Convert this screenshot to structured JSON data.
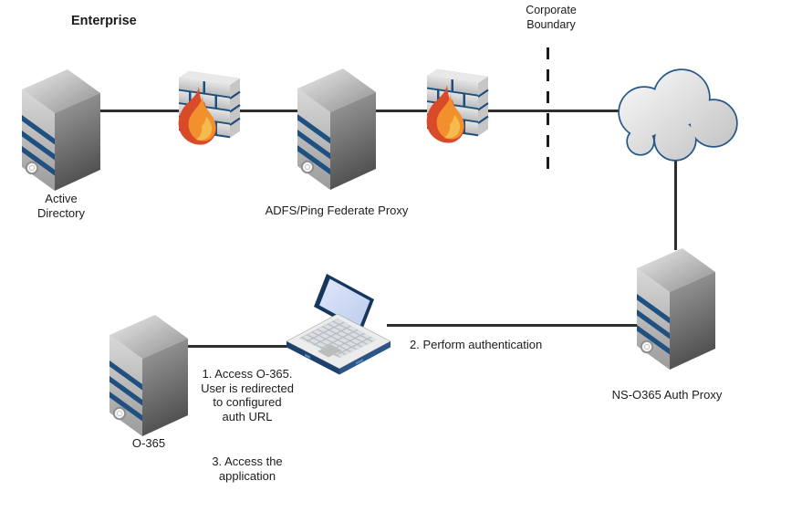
{
  "diagram": {
    "title": "Enterprise",
    "boundary": {
      "label": "Corporate\nBoundary"
    },
    "nodes": {
      "active_directory": {
        "label": "Active\nDirectory",
        "icon": "server-icon"
      },
      "adfs_proxy": {
        "label": "ADFS/Ping Federate Proxy",
        "icon": "server-icon"
      },
      "inner_firewall": {
        "icon": "firewall-icon"
      },
      "outer_firewall": {
        "icon": "firewall-icon"
      },
      "internet_cloud": {
        "icon": "cloud-icon"
      },
      "ns_o365_proxy": {
        "label": "NS-O365 Auth Proxy",
        "icon": "server-icon"
      },
      "client_laptop": {
        "icon": "laptop-icon"
      },
      "o365": {
        "label": "O-365",
        "icon": "server-icon"
      }
    },
    "annotations": {
      "step1": "1. Access O-365.\nUser is redirected\nto configured\nauth URL",
      "step2": "2. Perform authentication",
      "step3": "3. Access the\napplication"
    },
    "colors": {
      "background": "#ffffff",
      "text": "#1c1c1c",
      "connector_line": "#2e2e2e",
      "boundary_dash": "#1c1c1c",
      "server_stripe_blue": "#1f5080",
      "firewall_mortar_blue": "#1d4f7c",
      "flame_red": "#d94a28",
      "flame_orange": "#f2902e",
      "flame_yellow": "#f6bb4e",
      "cloud_outline_blue": "#27588a",
      "laptop_screen_blue": "#c9d6f0",
      "laptop_trim_navy": "#17365d"
    }
  }
}
